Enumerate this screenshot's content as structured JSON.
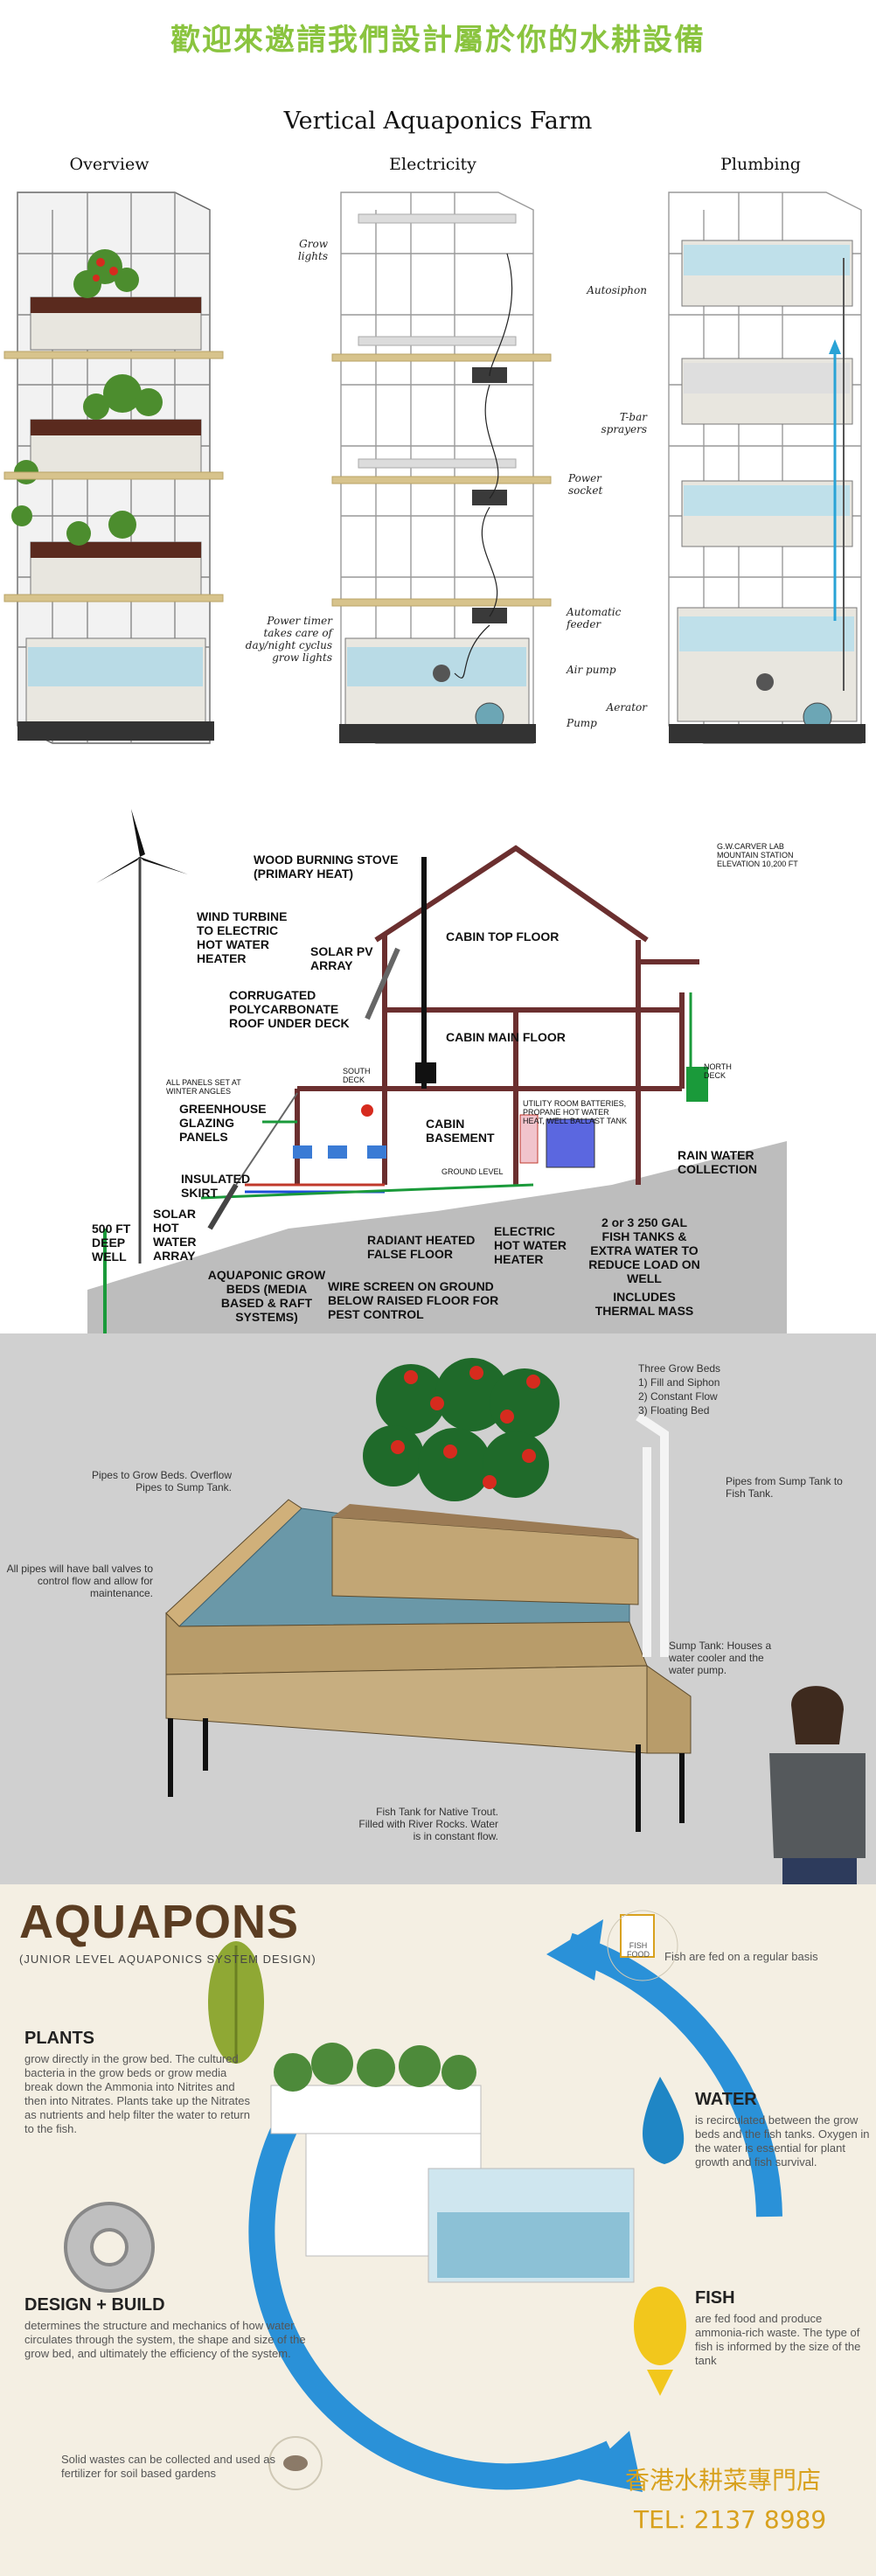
{
  "header": {
    "title": "歡迎來邀請我們設計屬於你的水耕設備"
  },
  "farm": {
    "title": "Vertical Aquaponics Farm",
    "columns": [
      "Overview",
      "Electricity",
      "Plumbing"
    ],
    "electricity_labels": {
      "grow_lights": "Grow lights",
      "power_socket": "Power socket",
      "power_timer": "Power timer takes care of day/night cyclus grow lights",
      "automatic_feeder": "Automatic feeder",
      "air_pump": "Air pump",
      "pump": "Pump"
    },
    "plumbing_labels": {
      "autosiphon": "Autosiphon",
      "tbar": "T-bar sprayers",
      "aerator": "Aerator"
    }
  },
  "cabin": {
    "lab": "G.W.CARVER LAB MOUNTAIN STATION ELEVATION 10,200 FT",
    "wood_stove": "WOOD BURNING STOVE (PRIMARY HEAT)",
    "wind_turbine": "WIND TURBINE TO ELECTRIC HOT WATER HEATER",
    "solar_pv": "SOLAR PV ARRAY",
    "top_floor": "CABIN TOP FLOOR",
    "main_floor": "CABIN MAIN FLOOR",
    "basement": "CABIN BASEMENT",
    "corrugated": "CORRUGATED POLYCARBONATE ROOF UNDER DECK",
    "south_deck": "SOUTH DECK",
    "north_deck": "NORTH DECK",
    "panels_set": "ALL PANELS SET AT WINTER ANGLES",
    "greenhouse": "GREENHOUSE GLAZING PANELS",
    "insulated": "INSULATED SKIRT",
    "solar_hot": "SOLAR HOT WATER ARRAY",
    "well": "500 FT DEEP WELL",
    "utility": "UTILITY ROOM BATTERIES, PROPANE HOT WATER HEAT, WELL BALLAST TANK",
    "rain": "RAIN WATER COLLECTION",
    "ground_level": "GROUND LEVEL",
    "radiant": "RADIANT HEATED FALSE FLOOR",
    "electric_hw": "ELECTRIC HOT WATER HEATER",
    "tanks": "2 or 3 250 GAL FISH TANKS & EXTRA WATER TO REDUCE LOAD ON WELL",
    "includes": "INCLUDES THERMAL MASS",
    "grow_beds": "AQUAPONIC GROW BEDS (MEDIA BASED & RAFT SYSTEMS)",
    "wire_screen": "WIRE SCREEN ON GROUND BELOW RAISED FLOOR FOR PEST CONTROL"
  },
  "tank": {
    "grow_beds_title": "Three Grow Beds",
    "grow_beds_items": [
      "1) Fill and Siphon",
      "2) Constant Flow",
      "3) Floating Bed"
    ],
    "pipes_grow": "Pipes to Grow Beds. Overflow Pipes to Sump Tank.",
    "ball_valves": "All pipes will have ball valves to control flow and allow for maintenance.",
    "pipes_sump": "Pipes from Sump Tank to Fish Tank.",
    "sump": "Sump Tank: Houses a water cooler and the water pump.",
    "fish_tank": "Fish Tank for Native Trout. Filled with River Rocks. Water is in constant flow."
  },
  "aquapons": {
    "title": "AQUAPONS",
    "subtitle": "(JUNIOR LEVEL AQUAPONICS SYSTEM DESIGN)",
    "feed_note": "Fish are fed on a regular basis",
    "plants_h": "PLANTS",
    "plants_t": "grow directly in the grow bed. The cultured bacteria in the grow beds or grow media break down the Ammonia into Nitrites and then into Nitrates. Plants take up the Nitrates as nutrients and help filter the water to return to the fish.",
    "water_h": "WATER",
    "water_t": "is recirculated between the grow beds and the fish tanks. Oxygen in the water is essential for plant growth and fish survival.",
    "design_h": "DESIGN + BUILD",
    "design_t": "determines the structure and mechanics of how water circulates through the system, the shape and size of the grow bed, and ultimately the efficiency of the system.",
    "fish_h": "FISH",
    "fish_t": "are fed food and produce ammonia-rich waste. The type of fish is informed by the size of the tank",
    "solid": "Solid wastes can be collected and used as fertilizer for soil based gardens",
    "shop": "香港水耕菜專門店",
    "tel": "TEL: 2137 8989",
    "food_label": "FISH FOOD"
  }
}
